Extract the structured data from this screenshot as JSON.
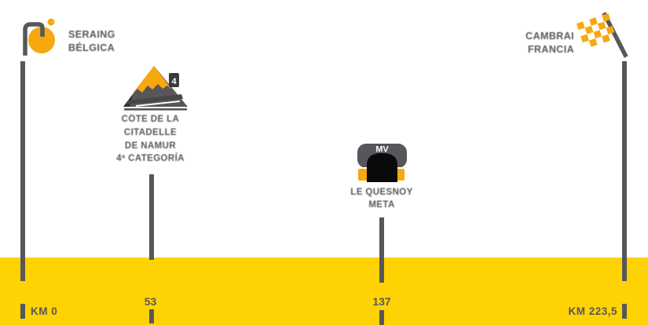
{
  "colors": {
    "band_yellow": "#FFD303",
    "icon_orange": "#F6A811",
    "text_grey": "#57575B",
    "icon_dark": "#3A3A3C",
    "white": "#FFFFFF"
  },
  "profile": {
    "start": {
      "icon": "cyclist-start",
      "lines": [
        "SERAING",
        "BÉLGICA"
      ],
      "km": "KM 0"
    },
    "climb": {
      "icon": "mountain",
      "category_badge": "4",
      "lines": [
        "CÔTE DE LA",
        "CITADELLE",
        "DE NAMUR",
        "4ª CATEGORÍA"
      ],
      "km": "53"
    },
    "sprint": {
      "icon": "jersey",
      "jersey_label": "MV",
      "lines": [
        "LE QUESNOY",
        "META"
      ],
      "km": "137"
    },
    "finish": {
      "icon": "checkered-flag",
      "lines": [
        "CAMBRAI",
        "FRANCIA"
      ],
      "km": "KM 223,5"
    }
  },
  "chart_data": {
    "type": "table",
    "title": "Stage route schematic",
    "categories": [
      "start",
      "climb-cat4",
      "intermediate-sprint",
      "finish"
    ],
    "values": [
      0,
      53,
      137,
      223.5
    ],
    "xlabel": "km",
    "ylabel": ""
  }
}
